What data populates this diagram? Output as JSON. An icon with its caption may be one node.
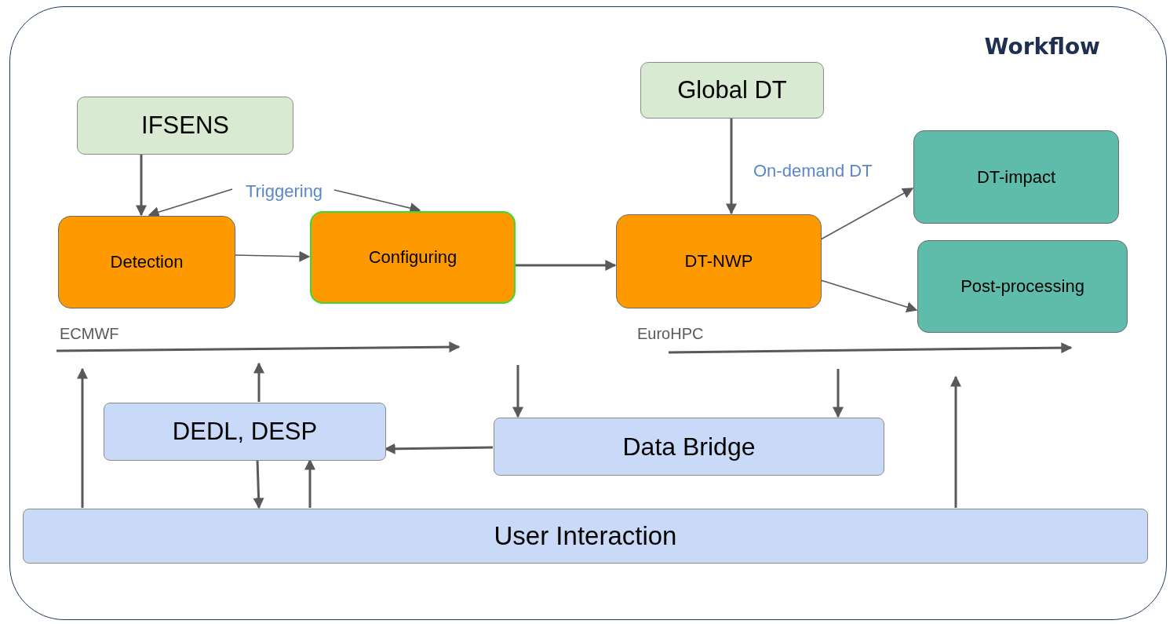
{
  "diagram": {
    "nodes": [
      {
        "text": [
          "Workflow"
        ]
      },
      {
        "text": [
          "IFSENS"
        ],
        "in": 0
      },
      {
        "text": [
          "Global DT"
        ],
        "in": 0
      },
      {
        "text": [
          "Triggering"
        ],
        "in": 0
      },
      {
        "text": [
          "DT-impact"
        ],
        "in": 0
      },
      {
        "text": [
          "Detection"
        ],
        "in": 0
      },
      {
        "text": [
          "Configuring"
        ],
        "in": 0
      },
      {
        "text": [
          "DT-NWP"
        ],
        "in": 0
      },
      {
        "text": [
          "Post-processing"
        ],
        "in": 0
      },
      {
        "text": [
          "DEDL, DESP"
        ],
        "in": 0
      },
      {
        "text": [
          "Data Bridge"
        ],
        "in": 0
      },
      {
        "text": [
          "User Interaction"
        ],
        "in": 0
      }
    ],
    "edges": [
      {
        "from": 1,
        "to": 5,
        "arrow": "to"
      },
      {
        "from": 3,
        "to": 5,
        "arrow": "to"
      },
      {
        "from": 3,
        "to": 6,
        "arrow": "to"
      },
      {
        "from": 5,
        "to": 6,
        "arrow": "to"
      },
      {
        "from": 6,
        "to": 7,
        "arrow": "to"
      },
      {
        "from": 2,
        "to": 7,
        "arrow": "to"
      },
      {
        "from": 7,
        "to": 4,
        "arrow": "to",
        "label": "On-demand DT"
      },
      {
        "from": 7,
        "to": 8,
        "arrow": "to"
      },
      {
        "from": 11,
        "to": null,
        "arrow": "to"
      },
      {
        "from": 9,
        "to": null,
        "arrow": "to"
      },
      {
        "from": null,
        "to": 10,
        "arrow": "to"
      },
      {
        "from": null,
        "to": 10,
        "arrow": "to"
      },
      {
        "from": 10,
        "to": 9,
        "arrow": "to"
      },
      {
        "from": 9,
        "to": 11,
        "arrow": "to"
      },
      {
        "from": 11,
        "to": 9,
        "arrow": "to"
      },
      {
        "from": 11,
        "to": null,
        "arrow": "to"
      }
    ],
    "labels": [
      "ECMWF",
      "EuroHPC"
    ]
  }
}
